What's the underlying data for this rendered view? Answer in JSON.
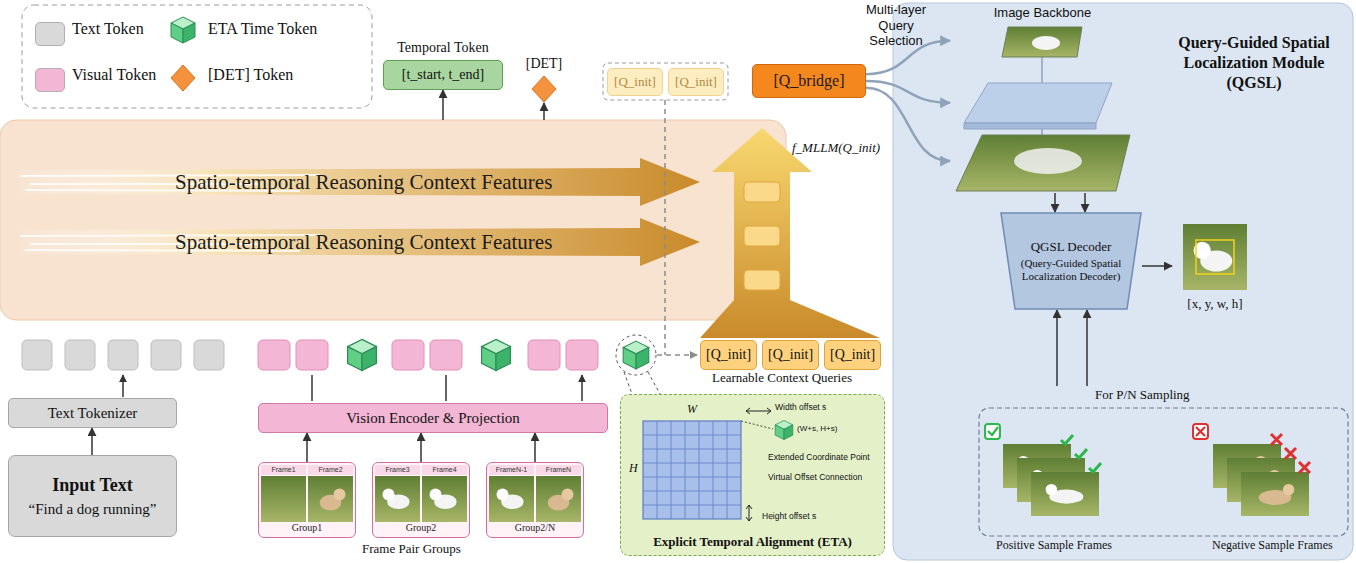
{
  "diagram": {
    "nodes": [
      {
        "text": [
          "Temporal Token",
          "[t_start, t_end]"
        ]
      },
      {
        "text": [
          "[DET]"
        ]
      },
      {
        "text": [
          "[Q_init]"
        ]
      },
      {
        "text": [
          "[Q_init]"
        ]
      },
      {
        "text": [
          "[Q_bridge]"
        ]
      },
      {
        "text": [
          "Spatio-temporal Reasoning Context Features",
          "Spatio-temporal Reasoning Context Features"
        ]
      },
      {
        "text": [
          "Text Tokenizer"
        ]
      },
      {
        "text": [
          "Input Text",
          "“Find a dog running”"
        ]
      },
      {
        "text": [
          "Vision Encoder & Projection"
        ]
      },
      {
        "text": [
          "Frame1",
          "Frame2",
          "Group1"
        ]
      },
      {
        "text": [
          "Frame3",
          "Frame4",
          "Group2"
        ]
      },
      {
        "text": [
          "FrameN-1",
          "FrameN",
          "Group2/N"
        ]
      },
      {
        "text": [
          "[Q_init]"
        ]
      },
      {
        "text": [
          "[Q_init]"
        ]
      },
      {
        "text": [
          "[Q_init]"
        ]
      },
      {
        "text": [
          "Explicit Temporal Alignment (ETA)"
        ]
      },
      {
        "text": [
          "Query-Guided Spatial Localization Module (QGSL)"
        ]
      },
      {
        "text": [
          "Image Backbone"
        ],
        "in": 16
      },
      {
        "text": [
          "QGSL Decoder",
          "(Query-Guided Spatial Localization Decoder)"
        ],
        "in": 16
      },
      {
        "text": [
          "[x, y, w, h]"
        ],
        "in": 16
      },
      {
        "text": [
          "For P/N Sampling"
        ],
        "in": 16
      }
    ],
    "edges": [
      {
        "from": 7,
        "to": 6,
        "arrow": "to"
      },
      {
        "from": 9,
        "to": 8,
        "arrow": "to"
      },
      {
        "from": 10,
        "to": 8,
        "arrow": "to"
      },
      {
        "from": 11,
        "to": 8,
        "arrow": "to"
      },
      {
        "from": 5,
        "to": 0,
        "arrow": "to"
      },
      {
        "from": 5,
        "to": 1,
        "arrow": "to"
      },
      {
        "from": 4,
        "to": 17,
        "arrow": "to"
      },
      {
        "from": 4,
        "to": 17,
        "arrow": "to"
      },
      {
        "from": 4,
        "to": 17,
        "arrow": "to"
      },
      {
        "from": 17,
        "to": 18,
        "arrow": "to"
      },
      {
        "from": 17,
        "to": 18,
        "arrow": "to"
      },
      {
        "from": 18,
        "to": 19,
        "arrow": "to"
      },
      {
        "from": 20,
        "to": 18,
        "arrow": "to"
      },
      {
        "from": 20,
        "to": 18,
        "arrow": "to"
      }
    ],
    "labels": [
      "Multi-layer Query Selection",
      "f_MLLM(Q_init)",
      "Learnable Context Queries",
      "W",
      "Width offset s",
      "(W+s, H+s)",
      "H",
      "Extended Coordinate Point",
      "Virtual Offset Connection",
      "Height offset s",
      "Frame Pair Groups",
      "Positive Sample Frames",
      "Negative Sample Frames"
    ],
    "legend": [
      {
        "text": "Text Token",
        "color": "#d9d9d9"
      },
      {
        "text": "ETA Time Token"
      },
      {
        "text": "Visual Token",
        "color": "#f3b6d4"
      },
      {
        "text": "[DET] Token"
      }
    ]
  }
}
